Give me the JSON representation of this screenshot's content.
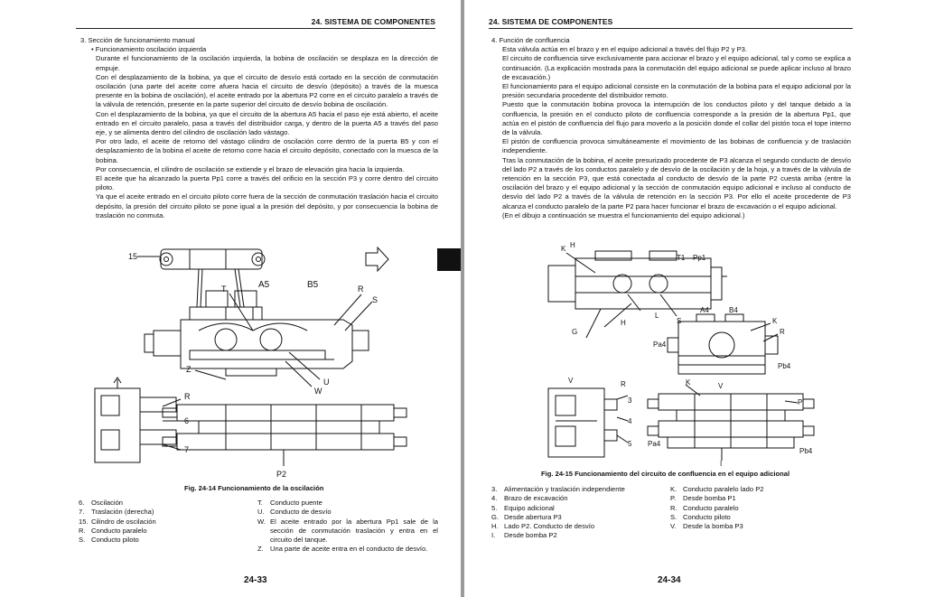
{
  "left": {
    "header": "24. SISTEMA DE COMPONENTES",
    "section_title": "3.  Sección de funcionamiento manual",
    "bullet": "•  Funcionamiento oscilación izquierda",
    "paragraphs": [
      "Durante el funcionamiento de la oscilación izquierda, la bobina de oscilación se desplaza en la dirección de empuje.",
      "Con el desplazamiento de la bobina, ya que el circuito de desvío está cortado en la sección de conmutación oscilación (una parte del aceite corre afuera hacia el circuito de desvío (depósito) a través de la muesca presente en la bobina de oscilación), el aceite entrado por la abertura P2 corre en el circuito paralelo a través de la válvula de retención, presente en la parte superior del circuito de desvío bobina de oscilación.",
      "Con el desplazamiento de la bobina, ya que el circuito de la abertura A5 hacia el paso eje está abierto, el aceite entrado en el circuito paralelo, pasa a través del distribuidor carga, y dentro de la puerta A5 a través del paso eje, y se alimenta dentro del cilindro de oscilación lado vástago.",
      "Por otro lado, el aceite de retorno del vástago cilindro de oscilación corre dentro de la puerta B5 y con el desplazamiento de la bobina el aceite de retorno corre hacia el circuito depósito, conectado con la muesca de la bobina.",
      "Por consecuencia, el cilindro de oscilación se extiende y el brazo de elevación gira hacia la izquierda.",
      "El aceite que ha alcanzado la puerta Pp1 corre a través del orificio en la sección P3 y corre dentro del circuito piloto.",
      "Ya que el aceite entrado en el circuito piloto corre fuera de la sección de conmutación traslación hacia el circuito depósito, la presión del circuito piloto se pone igual a la presión del depósito, y por consecuencia la bobina de traslación no conmuta."
    ],
    "figure_labels": {
      "l15": "15",
      "lT": "T",
      "lA5": "A5",
      "lB5": "B5",
      "lR": "R",
      "lS": "S",
      "lZ": "Z",
      "lU": "U",
      "lW": "W",
      "lR2": "R",
      "l6": "6",
      "l7": "7",
      "lP2": "P2"
    },
    "caption": "Fig. 24-14 Funcionamiento de la oscilación",
    "legend_left": [
      {
        "k": "6.",
        "v": "Oscilación"
      },
      {
        "k": "7.",
        "v": "Traslación (derecha)"
      },
      {
        "k": "15.",
        "v": "Cilindro de oscilación"
      },
      {
        "k": "R.",
        "v": "Conducto paralelo"
      },
      {
        "k": "S.",
        "v": "Conducto piloto"
      }
    ],
    "legend_right": [
      {
        "k": "T.",
        "v": "Conducto puente"
      },
      {
        "k": "U.",
        "v": "Conducto de desvío"
      },
      {
        "k": "W.",
        "v": "El aceite entrado por la abertura Pp1 sale de la sección de conmutación traslación y entra en el circuito del tanque."
      },
      {
        "k": "Z.",
        "v": "Una parte de aceite entra en el conducto de desvío."
      }
    ],
    "page_number": "24-33"
  },
  "right": {
    "header": "24. SISTEMA DE COMPONENTES",
    "section_title": "4.  Función de confluencia",
    "paragraphs": [
      "Esta válvula actúa en el brazo y en el equipo adicional a través del flujo P2 y P3.",
      "El circuito de confluencia sirve exclusivamente para accionar el brazo y el equipo adicional, tal y como se explica a continuación. (La explicación mostrada para la conmutación del equipo adicional se puede aplicar incluso al brazo de excavación.)",
      "El funcionamiento para el equipo adicional consiste en la conmutación de la bobina para el equipo adicional por la presión secundaria procedente del distribuidor remoto.",
      "Puesto que la conmutación bobina provoca la interrupción de los conductos piloto y del tanque debido a la confluencia, la presión en el conducto piloto de confluencia corresponde a la presión de la abertura Pp1, que actúa en el pistón de confluencia del flujo para moverlo a la posición donde el collar del pistón toca el tope interno de la válvula.",
      "El pistón de confluencia provoca simultáneamente el movimiento de las bobinas de confluencia y de traslación independiente.",
      "Tras la conmutación de la bobina, el aceite presurizado procedente de P3 alcanza el segundo conducto de desvío del lado P2 a través de los conductos paralelo y de desvío de la oscilación y de la hoja, y a través de la válvula de retención en la sección P3, que está conectada al conducto de desvío de la parte P2 cuesta arriba (entre la oscilación del brazo y el equipo adicional y la sección de conmutación equipo adicional e incluso al conducto de desvío del lado P2 a través de la válvula de retención en la sección P3. Por ello el aceite procedente de P3 alcanza el conducto paralelo de la parte P2 para hacer funcionar el brazo de excavación o el equipo adicional.",
      "(En el dibujo a continuación se muestra el funcionamiento del equipo adicional.)"
    ],
    "figure_labels": {
      "K": "K",
      "H": "H",
      "T1": "T1",
      "Pp1": "Pp1",
      "G": "G",
      "L": "L",
      "S": "S",
      "H2": "H",
      "A4": "A4",
      "B4": "B4",
      "K2": "K",
      "R": "R",
      "Pa4": "Pa4",
      "Pb4": "Pb4",
      "V": "V",
      "R2": "R",
      "n3": "3",
      "n4": "4",
      "n5": "5",
      "K3": "K",
      "P": "P",
      "Pa4b": "Pa4",
      "Pb4b": "Pb4",
      "V2": "V",
      "I": "I"
    },
    "caption": "Fig. 24-15 Funcionamiento del circuito de confluencia en el equipo adicional",
    "legend_left": [
      {
        "k": "3.",
        "v": "Alimentación y traslación independiente"
      },
      {
        "k": "4.",
        "v": "Brazo de excavación"
      },
      {
        "k": "5.",
        "v": "Equipo adicional"
      },
      {
        "k": "G.",
        "v": "Desde abertura P3"
      },
      {
        "k": "H.",
        "v": "Lado P2. Conducto de desvío"
      },
      {
        "k": "I.",
        "v": "Desde bomba P2"
      }
    ],
    "legend_right": [
      {
        "k": "K.",
        "v": "Conducto paralelo lado P2"
      },
      {
        "k": "P.",
        "v": "Desde bomba P1"
      },
      {
        "k": "R.",
        "v": "Conducto paralelo"
      },
      {
        "k": "S.",
        "v": "Conducto piloto"
      },
      {
        "k": "V.",
        "v": "Desde la bomba P3"
      }
    ],
    "page_number": "24-34"
  }
}
